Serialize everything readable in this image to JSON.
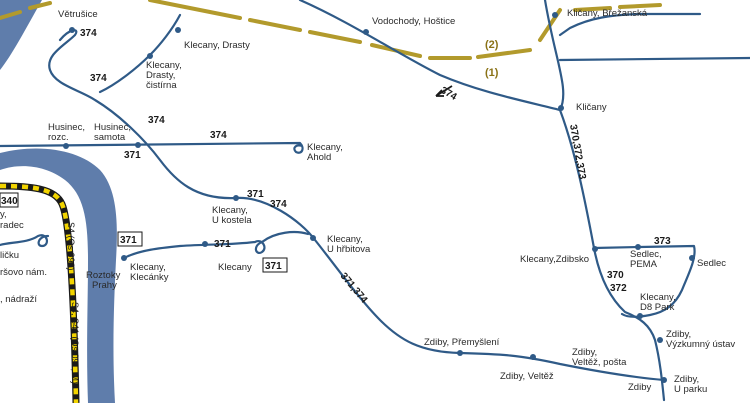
{
  "map": {
    "colors": {
      "river": "#5f7dab",
      "route": "#2f5a87",
      "boundary": "#b29a2c",
      "railway_yellow": "#f2d400",
      "railway_black": "#1a1a1a"
    },
    "stops": {
      "vetrusice": "Větrušice",
      "vodochody": "Vodochody, Hoštice",
      "klicany_brezanska": "Kličany, Břežanská",
      "klecany_drasty": "Klecany, Drasty",
      "klecany_drasty_cistirna": [
        "Klecany,",
        "Drasty,",
        "čistírna"
      ],
      "klicany": "Kličany",
      "husinec_rozc": [
        "Husinec,",
        "rozc."
      ],
      "husinec_samota": [
        "Husinec,",
        "samota"
      ],
      "klecany_ahold": [
        "Klecany,",
        "Ahold"
      ],
      "klecany_u_kostela": [
        "Klecany,",
        "U kostela"
      ],
      "klecany_u_hrbitova": [
        "Klecany,",
        "U hřbitova"
      ],
      "klecany": "Klecany",
      "klecany_klecanky": [
        "Klecany,",
        "Klecánky"
      ],
      "roztoky_prahy": [
        "Roztoky",
        "Prahy"
      ],
      "klecany_zdibsko": "Klecany,Zdibsko",
      "sedlec_pema": [
        "Sedlec,",
        "PEMA"
      ],
      "sedlec": "Sedlec",
      "klecany_d8_park": [
        "Klecany,",
        "D8 Park"
      ],
      "zdiby_premysleni": "Zdiby, Přemyšlení",
      "zdiby_veltez": "Zdiby, Veltěž",
      "zdiby_veltez_posta": [
        "Zdiby,",
        "Veltěž, pošta"
      ],
      "zdiby_vyzkumny_ustav": [
        "Zdiby,",
        "Výzkumný ústav"
      ],
      "zdiby": "Zdiby",
      "zdiby_u_parku": [
        "Zdiby,",
        "U parku"
      ]
    },
    "routes": {
      "r374_vetrusice": "374",
      "r374_drasty": "374",
      "r374_klecany_upper": "374",
      "r374_husinec": "374",
      "r371_husinec": "371",
      "r371_374_kostel": "371",
      "r374_kostel": "374",
      "r371_klecany": "371",
      "r371_374_diag": "371,374",
      "r374_arrow": "374",
      "r370_372_373": "370,372,373",
      "r373_sedlec": "373",
      "r370": "370",
      "r372": "372"
    },
    "boxed_routes": {
      "box_371_left": "371",
      "box_371_right": "371",
      "box_340": "340"
    },
    "boundary_labels": {
      "zone_2": "(2)",
      "zone_1": "(1)"
    },
    "rail_labels": {
      "s4_upper": "S4 (Os 091)",
      "s4_lower": "S4, S41 (Os 091, M)"
    },
    "cut_labels": {
      "left_1": "y,",
      "left_2": "radec",
      "left_3": "ličku",
      "left_4": "ršovo nám.",
      "left_5": ", nádraží"
    }
  }
}
